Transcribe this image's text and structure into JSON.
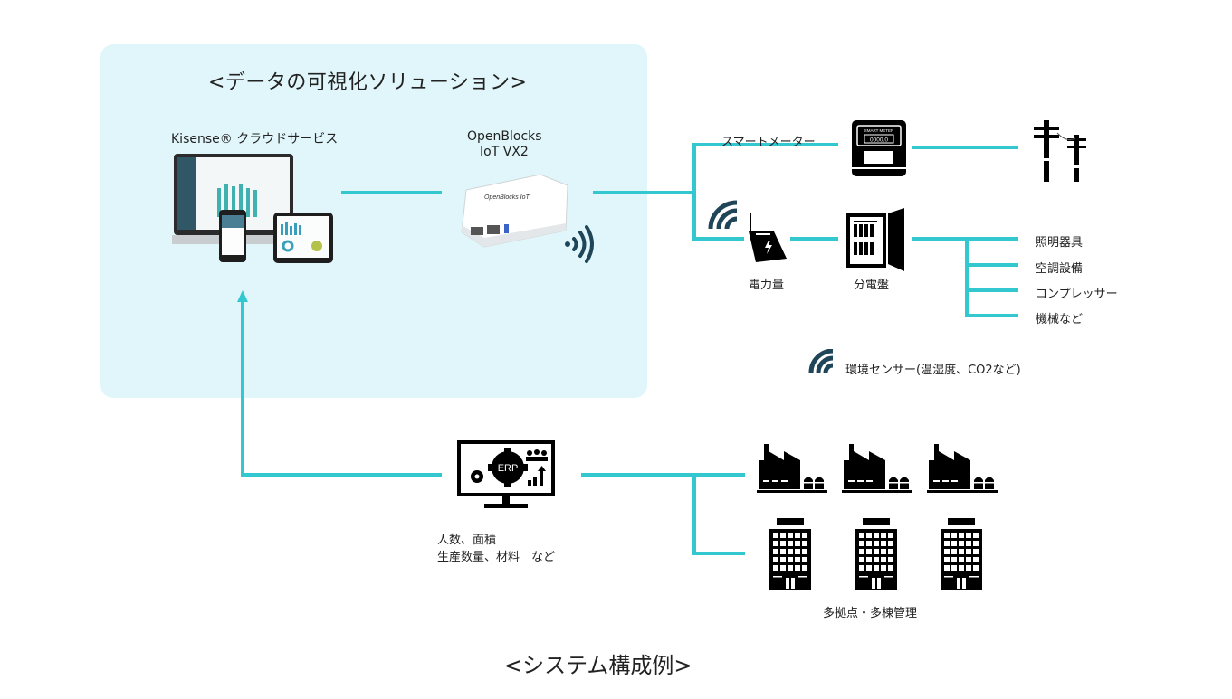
{
  "solution_panel": {
    "title": "<データの可視化ソリューション>",
    "cloud_label": "Kisense® クラウドサービス",
    "gateway_label_line1": "OpenBlocks",
    "gateway_label_line2": "IoT VX2"
  },
  "field": {
    "smart_meter_label": "スマートメーター",
    "power_meter_label": "電力量",
    "panelboard_label": "分電盤",
    "loads": [
      "照明器具",
      "空調設備",
      "コンプレッサー",
      "機械など"
    ],
    "env_sensor_label": "環境センサー(温湿度、CO2など)",
    "smart_meter_display": "0000.0",
    "smart_meter_caption": "SMART METER"
  },
  "erp": {
    "icon_text": "ERP",
    "desc_line1": "人数、面積",
    "desc_line2": "生産数量、材料　など"
  },
  "sites": {
    "label": "多拠点・多棟管理",
    "factory_count": 3,
    "building_count": 3
  },
  "caption": "<システム構成例>",
  "colors": {
    "line": "#33c7d0",
    "panel_bg": "#e0f6fa",
    "wifi": "#1f4558",
    "icon": "#000000"
  }
}
